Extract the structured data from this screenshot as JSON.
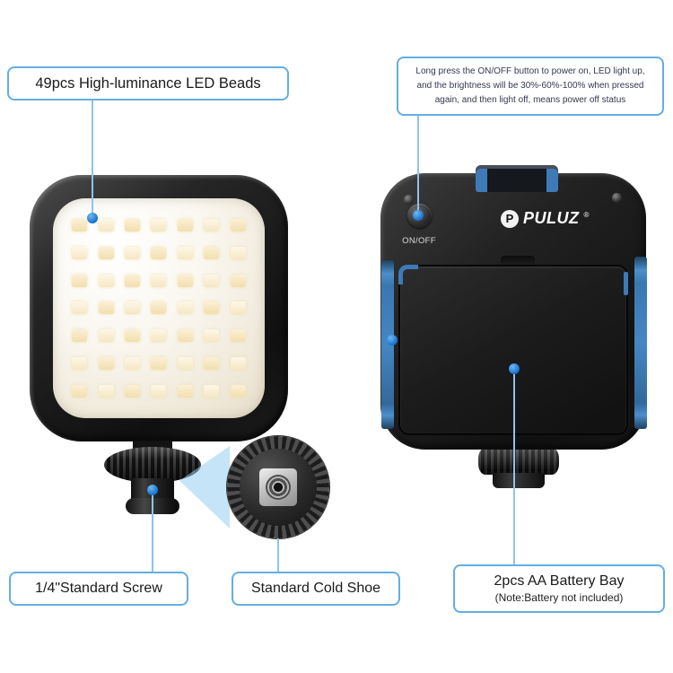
{
  "colors": {
    "accent_blue": "#1b76cf",
    "callout_border": "#64aee3",
    "leader_line": "#8ec4ec",
    "clip_blue": "#3f7ab8",
    "led_warm": "#f2dfae"
  },
  "callouts": {
    "led_beads": {
      "label": "49pcs High-luminance LED Beads"
    },
    "power_note": {
      "lines": [
        "Long press the ON/OFF button to power on, LED light up,",
        "and the brightness will be 30%-60%-100% when pressed",
        "again, and then light off,  means power off status"
      ]
    },
    "standard_screw": {
      "label": "1/4\"Standard Screw"
    },
    "cold_shoe": {
      "label": "Standard Cold Shoe"
    },
    "battery_bay": {
      "label": "2pcs AA Battery Bay",
      "note": "(Note:Battery not included)"
    }
  },
  "device": {
    "brand": "PULUZ",
    "brand_mark": "P",
    "registered_mark": "®",
    "power_button_label": "ON/OFF",
    "led_count": 49,
    "led_grid": {
      "rows": 7,
      "cols": 7
    }
  }
}
